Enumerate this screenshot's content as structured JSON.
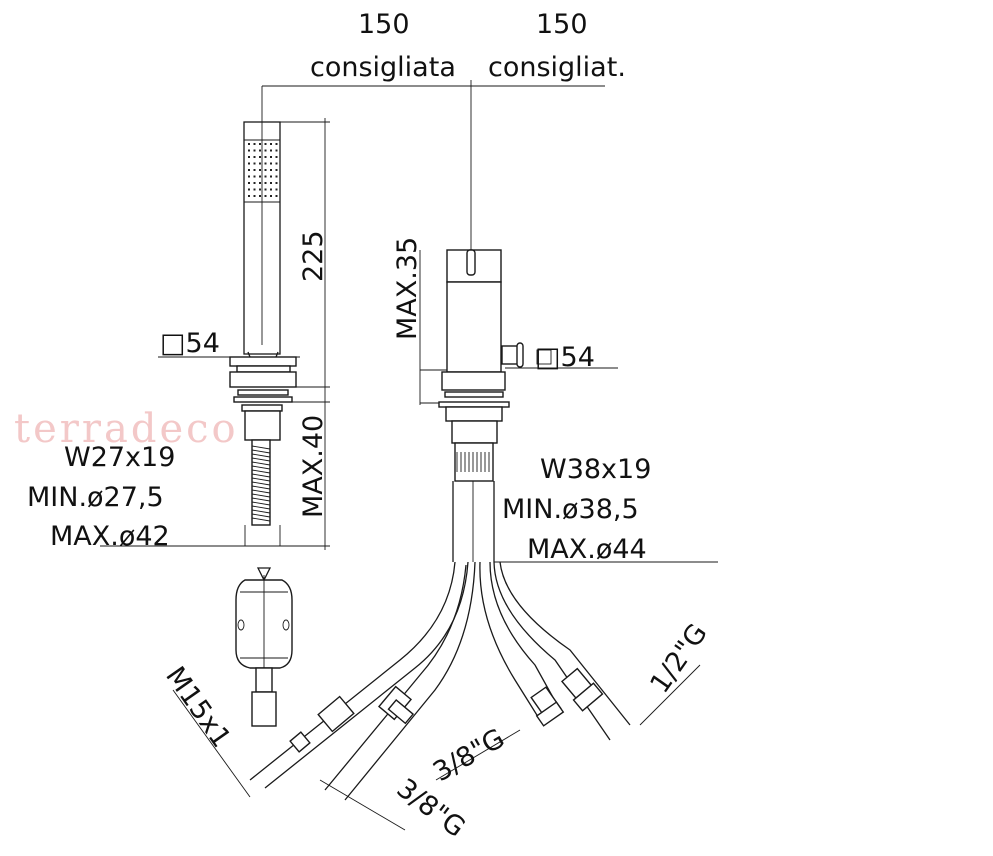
{
  "title_dimensions": {
    "left_distance": "150",
    "left_note": "consigliata",
    "right_distance": "150",
    "right_note": "consigliat."
  },
  "hand_shower": {
    "height": "225",
    "square": "□54",
    "max_deck": "MAX.40",
    "hole_w": "W27x19",
    "hole_min": "MIN.ø27,5",
    "hole_max": "MAX.ø42"
  },
  "mixer": {
    "max_deck": "MAX.35",
    "square": "□54",
    "hole_w": "W38x19",
    "hole_min": "MIN.ø38,5",
    "hole_max": "MAX.ø44"
  },
  "connections": {
    "shower_hose": "M15x1",
    "supply_a": "3/8\"G",
    "supply_b": "3/8\"G",
    "outlet": "1/2\"G"
  },
  "watermark": "terradeco"
}
